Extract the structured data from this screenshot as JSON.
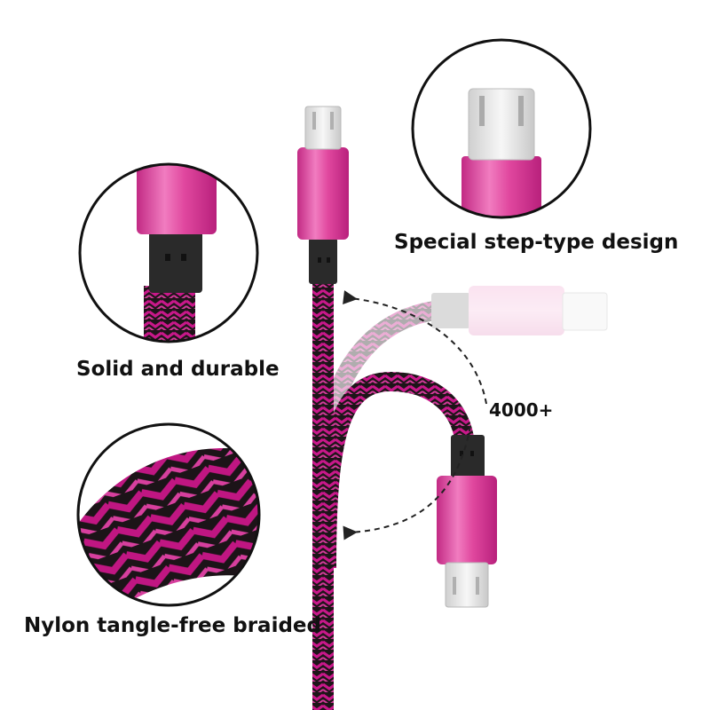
{
  "product": "braided micro USB cable",
  "colors": {
    "cable_primary": "#b5167a",
    "cable_dark": "#1a1418",
    "connector_pink": "#e0479e",
    "connector_highlight": "#f7a5d3",
    "plug_metal": "#e6e6e6",
    "strain_relief": "#2a2a2a",
    "arrow": "#222222"
  },
  "icons": {
    "rotate_arrow_top": "arrow-left-dashed-icon",
    "rotate_arrow_bottom": "arrow-left-dashed-icon"
  },
  "callouts": {
    "step_design": {
      "label": "Special step-type design"
    },
    "solid": {
      "label": "Solid and durable"
    },
    "braided": {
      "label": "Nylon tangle-free braided"
    },
    "bend_count": {
      "label": "4000+"
    }
  }
}
